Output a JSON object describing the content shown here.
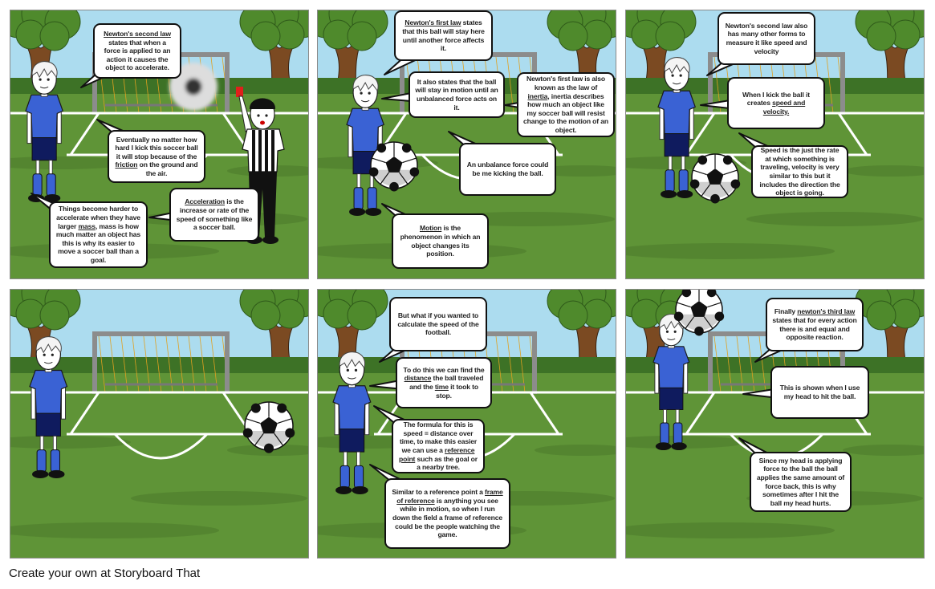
{
  "colors": {
    "sky": "#acdcef",
    "grass": "#5f9437",
    "bushes": "#3d7226",
    "shirt": "#3a62d4",
    "shorts": "#0f1b5e",
    "red_card": "#e0201b",
    "goal_net": "#e0a020"
  },
  "panels": [
    {
      "bubbles": [
        {
          "segments": [
            {
              "t": "Newton's second law",
              "u": true
            },
            {
              "t": " states that when a force is applied to an action it causes the object to accelerate."
            }
          ]
        },
        {
          "segments": [
            {
              "t": "Eventually no matter how hard I kick this soccer ball it will stop because of the "
            },
            {
              "t": "friction",
              "u": true
            },
            {
              "t": " on the ground and the air."
            }
          ]
        },
        {
          "segments": [
            {
              "t": "Things become harder to accelerate when they have larger "
            },
            {
              "t": "mass",
              "u": true
            },
            {
              "t": ", mass is how much matter an object has this is why its easier to move a soccer ball than a goal."
            }
          ]
        },
        {
          "segments": [
            {
              "t": "Acceleration",
              "u": true
            },
            {
              "t": " is the increase or rate of the speed of something like a soccer ball."
            }
          ]
        }
      ]
    },
    {
      "bubbles": [
        {
          "segments": [
            {
              "t": "Newton's first law",
              "u": true
            },
            {
              "t": " states that this ball will stay here until another force affects it."
            }
          ]
        },
        {
          "segments": [
            {
              "t": "It also states that the ball will stay in motion until an unbalanced force acts on it."
            }
          ]
        },
        {
          "segments": [
            {
              "t": "Newton's first law is also known as the law of "
            },
            {
              "t": "inertia",
              "u": true
            },
            {
              "t": ", inertia describes how much an object like my soccer ball will resist change to the motion of an object."
            }
          ]
        },
        {
          "segments": [
            {
              "t": "An unbalance force could be me kicking the ball."
            }
          ]
        },
        {
          "segments": [
            {
              "t": "Motion",
              "u": true
            },
            {
              "t": " is the phenomenon in which an object changes its position."
            }
          ]
        }
      ]
    },
    {
      "bubbles": [
        {
          "segments": [
            {
              "t": "Newton's second law also has many other forms to measure it like speed and velocity"
            }
          ]
        },
        {
          "segments": [
            {
              "t": "When I kick the ball it creates "
            },
            {
              "t": "speed and velocity.",
              "u": true
            }
          ]
        },
        {
          "segments": [
            {
              "t": "Speed is the just the rate at which something is traveling, velocity is very similar to this but it includes the direction the object is going."
            }
          ]
        }
      ]
    },
    {
      "bubbles": []
    },
    {
      "bubbles": [
        {
          "segments": [
            {
              "t": "But what if you wanted to calculate the speed of the football."
            }
          ]
        },
        {
          "segments": [
            {
              "t": "To do this we can find the "
            },
            {
              "t": "distance",
              "u": true
            },
            {
              "t": " the ball traveled and the "
            },
            {
              "t": "time",
              "u": true
            },
            {
              "t": " it took to stop."
            }
          ]
        },
        {
          "segments": [
            {
              "t": "The formula for this is speed = distance over time, to make this easier we can use a "
            },
            {
              "t": "reference point",
              "u": true
            },
            {
              "t": " such as the goal or a nearby tree."
            }
          ]
        },
        {
          "segments": [
            {
              "t": "Similar to a reference point a "
            },
            {
              "t": "frame of reference",
              "u": true
            },
            {
              "t": " is anything you see while in motion, so when I run down the field a frame of reference could be the people watching the game."
            }
          ]
        }
      ]
    },
    {
      "bubbles": [
        {
          "segments": [
            {
              "t": "Finally "
            },
            {
              "t": "newton's third law",
              "u": true
            },
            {
              "t": " states that for every action there is and equal and opposite reaction."
            }
          ]
        },
        {
          "segments": [
            {
              "t": "This is shown when I use my head to hit the ball."
            }
          ]
        },
        {
          "segments": [
            {
              "t": "Since my head is applying force to the ball the ball applies the same amount of force back, this is why sometimes after I hit the ball my head hurts."
            }
          ]
        }
      ]
    }
  ],
  "footer": "Create your own at Storyboard That"
}
